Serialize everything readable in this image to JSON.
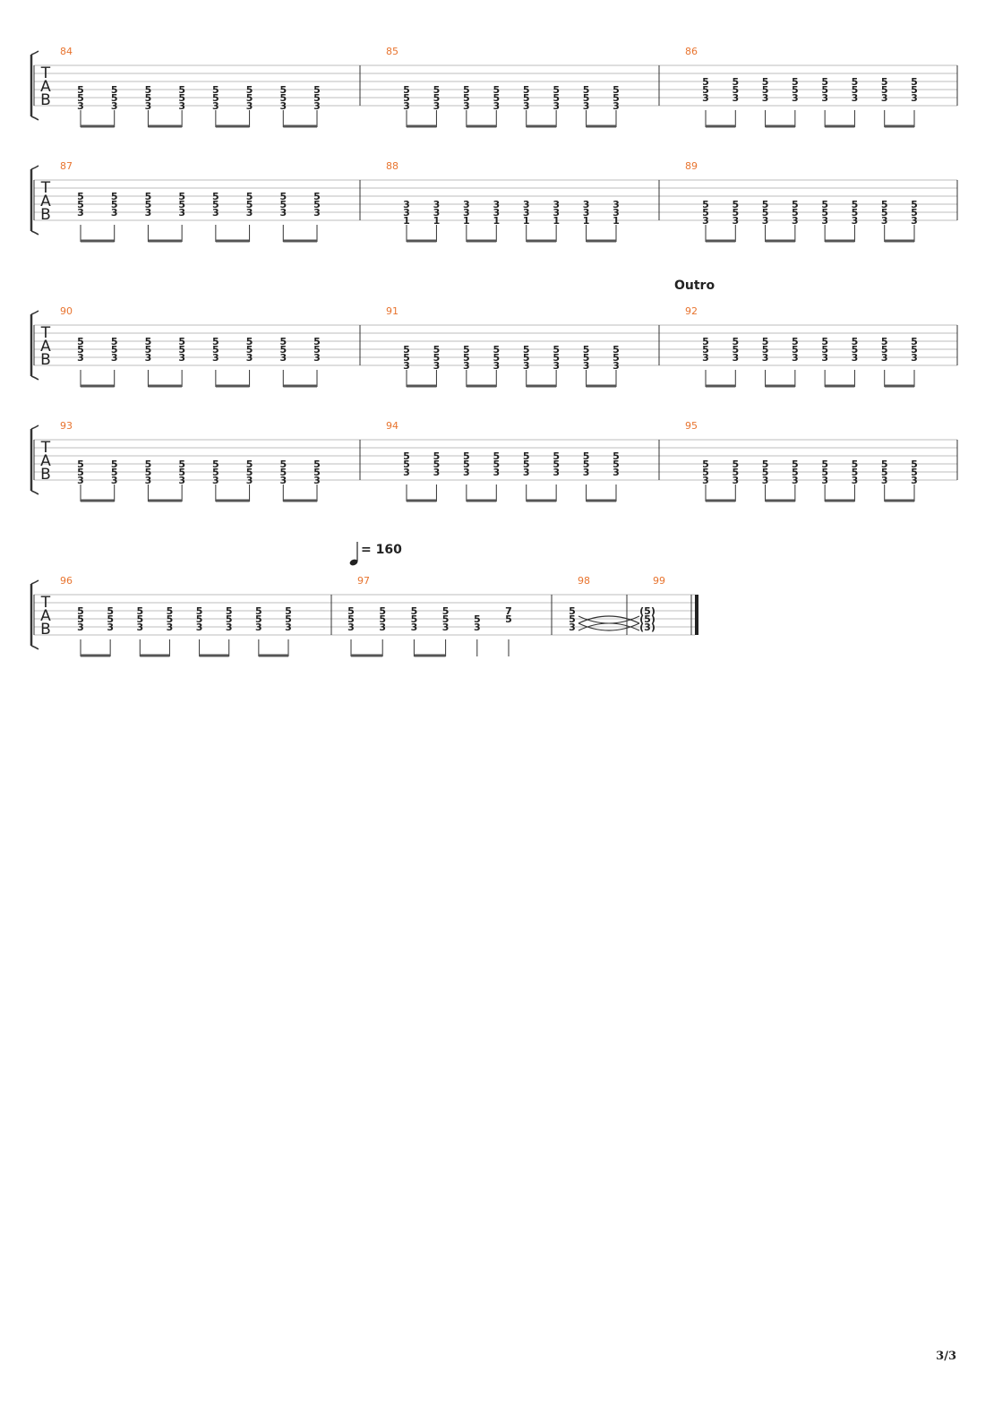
{
  "page": {
    "number": "3/3"
  },
  "tab_label": [
    "T",
    "A",
    "B"
  ],
  "systems": [
    {
      "measures": [
        {
          "number": "84",
          "chords": [
            [
              "5",
              "5",
              "3"
            ],
            [
              "5",
              "5",
              "3"
            ],
            [
              "5",
              "5",
              "3"
            ],
            [
              "5",
              "5",
              "3"
            ],
            [
              "5",
              "5",
              "3"
            ],
            [
              "5",
              "5",
              "3"
            ],
            [
              "5",
              "5",
              "3"
            ],
            [
              "5",
              "5",
              "3"
            ]
          ],
          "top_string": 3
        },
        {
          "number": "85",
          "chords": [
            [
              "5",
              "5",
              "3"
            ],
            [
              "5",
              "5",
              "3"
            ],
            [
              "5",
              "5",
              "3"
            ],
            [
              "5",
              "5",
              "3"
            ],
            [
              "5",
              "5",
              "3"
            ],
            [
              "5",
              "5",
              "3"
            ],
            [
              "5",
              "5",
              "3"
            ],
            [
              "5",
              "5",
              "3"
            ]
          ],
          "top_string": 3
        },
        {
          "number": "86",
          "chords": [
            [
              "5",
              "5",
              "3"
            ],
            [
              "5",
              "5",
              "3"
            ],
            [
              "5",
              "5",
              "3"
            ],
            [
              "5",
              "5",
              "3"
            ],
            [
              "5",
              "5",
              "3"
            ],
            [
              "5",
              "5",
              "3"
            ],
            [
              "5",
              "5",
              "3"
            ],
            [
              "5",
              "5",
              "3"
            ]
          ],
          "top_string": 2
        }
      ]
    },
    {
      "measures": [
        {
          "number": "87",
          "chords": [
            [
              "5",
              "5",
              "3"
            ],
            [
              "5",
              "5",
              "3"
            ],
            [
              "5",
              "5",
              "3"
            ],
            [
              "5",
              "5",
              "3"
            ],
            [
              "5",
              "5",
              "3"
            ],
            [
              "5",
              "5",
              "3"
            ],
            [
              "5",
              "5",
              "3"
            ],
            [
              "5",
              "5",
              "3"
            ]
          ],
          "top_string": 2
        },
        {
          "number": "88",
          "chords": [
            [
              "3",
              "3",
              "1"
            ],
            [
              "3",
              "3",
              "1"
            ],
            [
              "3",
              "3",
              "1"
            ],
            [
              "3",
              "3",
              "1"
            ],
            [
              "3",
              "3",
              "1"
            ],
            [
              "3",
              "3",
              "1"
            ],
            [
              "3",
              "3",
              "1"
            ],
            [
              "3",
              "3",
              "1"
            ]
          ],
          "top_string": 3
        },
        {
          "number": "89",
          "chords": [
            [
              "5",
              "5",
              "3"
            ],
            [
              "5",
              "5",
              "3"
            ],
            [
              "5",
              "5",
              "3"
            ],
            [
              "5",
              "5",
              "3"
            ],
            [
              "5",
              "5",
              "3"
            ],
            [
              "5",
              "5",
              "3"
            ],
            [
              "5",
              "5",
              "3"
            ],
            [
              "5",
              "5",
              "3"
            ]
          ],
          "top_string": 3
        }
      ]
    },
    {
      "section": {
        "label": "Outro",
        "measure_index": 2
      },
      "measures": [
        {
          "number": "90",
          "chords": [
            [
              "5",
              "5",
              "3"
            ],
            [
              "5",
              "5",
              "3"
            ],
            [
              "5",
              "5",
              "3"
            ],
            [
              "5",
              "5",
              "3"
            ],
            [
              "5",
              "5",
              "3"
            ],
            [
              "5",
              "5",
              "3"
            ],
            [
              "5",
              "5",
              "3"
            ],
            [
              "5",
              "5",
              "3"
            ]
          ],
          "top_string": 2
        },
        {
          "number": "91",
          "chords": [
            [
              "5",
              "5",
              "3"
            ],
            [
              "5",
              "5",
              "3"
            ],
            [
              "5",
              "5",
              "3"
            ],
            [
              "5",
              "5",
              "3"
            ],
            [
              "5",
              "5",
              "3"
            ],
            [
              "5",
              "5",
              "3"
            ],
            [
              "5",
              "5",
              "3"
            ],
            [
              "5",
              "5",
              "3"
            ]
          ],
          "top_string": 3
        },
        {
          "number": "92",
          "chords": [
            [
              "5",
              "5",
              "3"
            ],
            [
              "5",
              "5",
              "3"
            ],
            [
              "5",
              "5",
              "3"
            ],
            [
              "5",
              "5",
              "3"
            ],
            [
              "5",
              "5",
              "3"
            ],
            [
              "5",
              "5",
              "3"
            ],
            [
              "5",
              "5",
              "3"
            ],
            [
              "5",
              "5",
              "3"
            ]
          ],
          "top_string": 2
        }
      ]
    },
    {
      "measures": [
        {
          "number": "93",
          "chords": [
            [
              "5",
              "5",
              "3"
            ],
            [
              "5",
              "5",
              "3"
            ],
            [
              "5",
              "5",
              "3"
            ],
            [
              "5",
              "5",
              "3"
            ],
            [
              "5",
              "5",
              "3"
            ],
            [
              "5",
              "5",
              "3"
            ],
            [
              "5",
              "5",
              "3"
            ],
            [
              "5",
              "5",
              "3"
            ]
          ],
          "top_string": 3
        },
        {
          "number": "94",
          "chords": [
            [
              "5",
              "5",
              "3"
            ],
            [
              "5",
              "5",
              "3"
            ],
            [
              "5",
              "5",
              "3"
            ],
            [
              "5",
              "5",
              "3"
            ],
            [
              "5",
              "5",
              "3"
            ],
            [
              "5",
              "5",
              "3"
            ],
            [
              "5",
              "5",
              "3"
            ],
            [
              "5",
              "5",
              "3"
            ]
          ],
          "top_string": 2
        },
        {
          "number": "95",
          "chords": [
            [
              "5",
              "5",
              "3"
            ],
            [
              "5",
              "5",
              "3"
            ],
            [
              "5",
              "5",
              "3"
            ],
            [
              "5",
              "5",
              "3"
            ],
            [
              "5",
              "5",
              "3"
            ],
            [
              "5",
              "5",
              "3"
            ],
            [
              "5",
              "5",
              "3"
            ],
            [
              "5",
              "5",
              "3"
            ]
          ],
          "top_string": 3
        }
      ]
    },
    {
      "tempo": {
        "value": "= 160",
        "measure_index": 1
      },
      "partial": true,
      "measures": [
        {
          "number": "96",
          "chords": [
            [
              "5",
              "5",
              "3"
            ],
            [
              "5",
              "5",
              "3"
            ],
            [
              "5",
              "5",
              "3"
            ],
            [
              "5",
              "5",
              "3"
            ],
            [
              "5",
              "5",
              "3"
            ],
            [
              "5",
              "5",
              "3"
            ],
            [
              "5",
              "5",
              "3"
            ],
            [
              "5",
              "5",
              "3"
            ]
          ],
          "top_string": 2
        },
        {
          "number": "97",
          "chords": [
            [
              "5",
              "5",
              "3"
            ],
            [
              "5",
              "5",
              "3"
            ],
            [
              "5",
              "5",
              "3"
            ],
            [
              "5",
              "5",
              "3"
            ],
            [
              "5",
              "3"
            ],
            [
              "7",
              "5"
            ]
          ],
          "top_string": 2,
          "beams": "pairs-then-singles"
        },
        {
          "number": "98",
          "chords": [
            [
              "5",
              "5",
              "3"
            ]
          ],
          "top_string": 2,
          "crescendo": true
        },
        {
          "number": "99",
          "chords": [
            [
              "(5)",
              "(5)",
              "(3)"
            ]
          ],
          "top_string": 2,
          "final": true
        }
      ]
    }
  ]
}
